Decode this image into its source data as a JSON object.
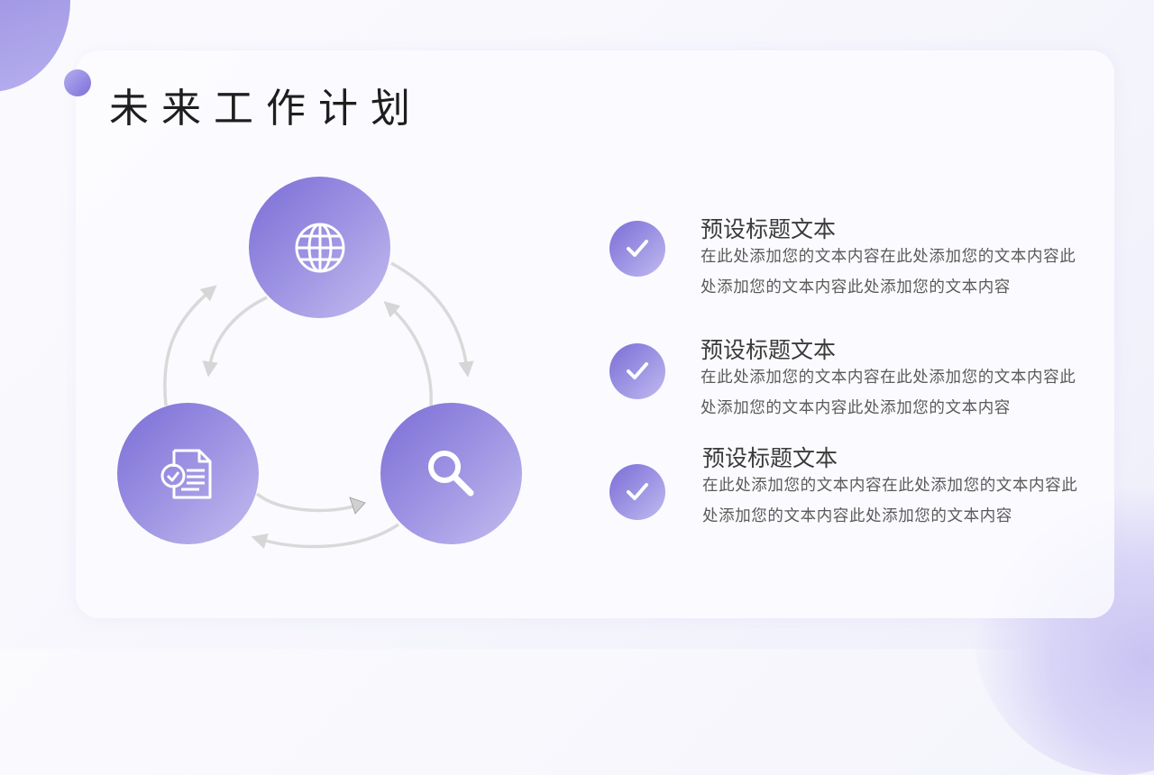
{
  "slide": {
    "title": "未来工作计划"
  },
  "diagram": {
    "nodes": [
      {
        "id": "top",
        "icon": "globe-icon"
      },
      {
        "id": "bottom-left",
        "icon": "document-check-icon"
      },
      {
        "id": "bottom-right",
        "icon": "search-icon"
      }
    ],
    "connector_color": "#d6d6d6",
    "node_gradient": [
      "#7b6dd6",
      "#c3bdef"
    ]
  },
  "items": [
    {
      "icon": "check-icon",
      "title": "预设标题文本",
      "body": "在此处添加您的文本内容在此处添加您的文本内容此处添加您的文本内容此处添加您的文本内容"
    },
    {
      "icon": "check-icon",
      "title": "预设标题文本",
      "body": "在此处添加您的文本内容在此处添加您的文本内容此处添加您的文本内容此处添加您的文本内容"
    },
    {
      "icon": "check-icon",
      "title": "预设标题文本",
      "body": "在此处添加您的文本内容在此处添加您的文本内容此处添加您的文本内容此处添加您的文本内容"
    }
  ],
  "colors": {
    "accent": "#7b6dd6",
    "accent_light": "#c3bdef",
    "title_text": "#1e1e1e",
    "body_text": "#5a5a5a"
  }
}
